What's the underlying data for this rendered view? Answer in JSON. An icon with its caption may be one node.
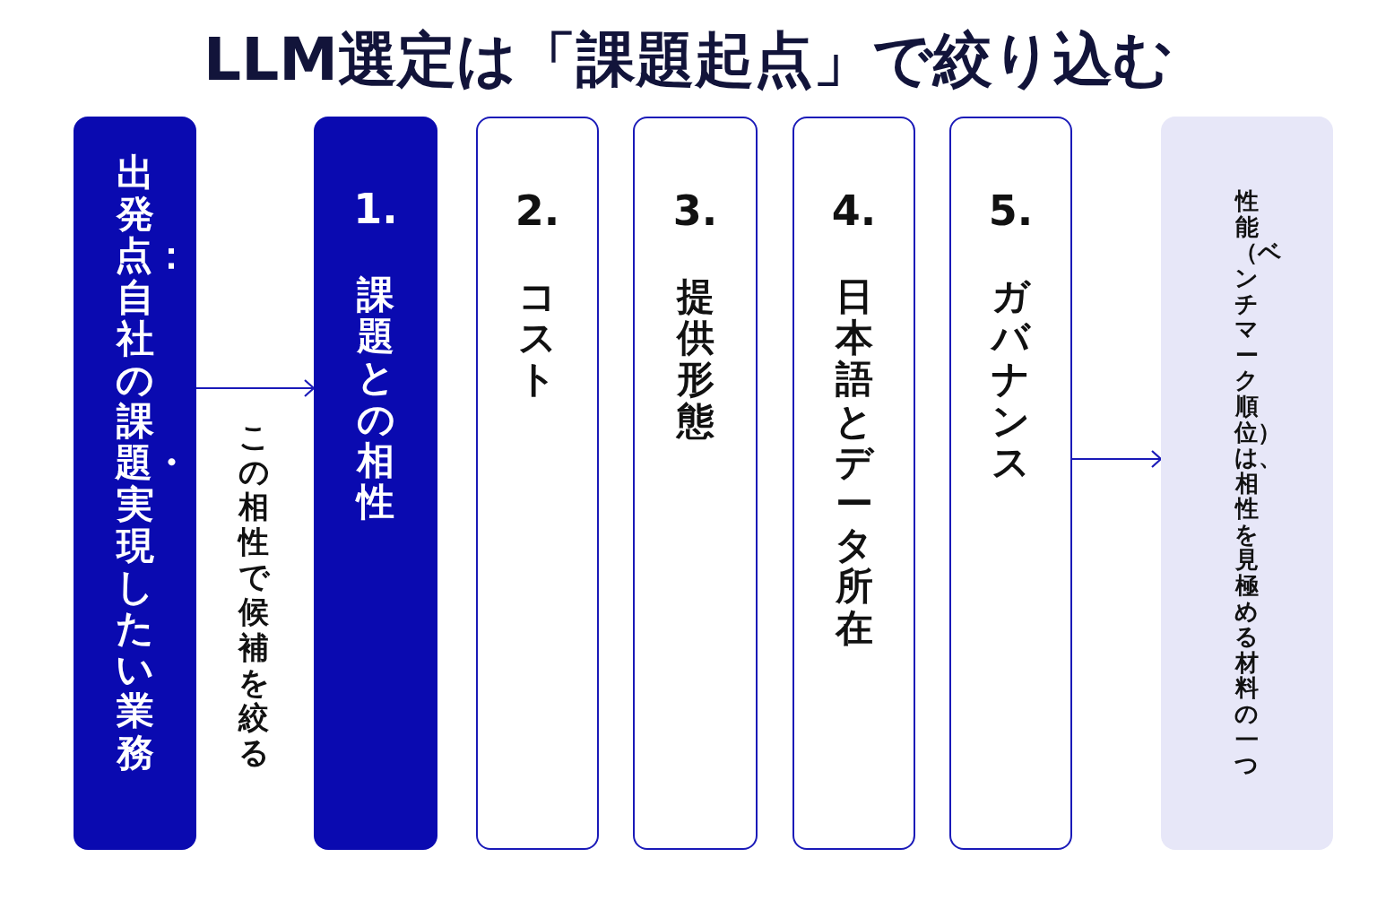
{
  "diagram": {
    "title": "LLM選定は「課題起点」で絞り込む",
    "nodes": [
      {
        "text": [
          "出発点：自社の課題・実現したい業務"
        ]
      },
      {
        "text": [
          "1.",
          "課題との相性"
        ]
      },
      {
        "text": [
          "2.",
          "コスト"
        ]
      },
      {
        "text": [
          "3.",
          "提供形態"
        ]
      },
      {
        "text": [
          "4.",
          "日本語とデータ所在"
        ]
      },
      {
        "text": [
          "5.",
          "ガバナンス"
        ]
      },
      {
        "text": [
          "性能（ベンチマーク順位）は、相性を見極める材料の一つ"
        ]
      }
    ],
    "edges": [
      {
        "from": 0,
        "to": 1,
        "arrow": "to",
        "label": "この相性で候補を絞る"
      },
      {
        "from": 5,
        "to": 6,
        "arrow": "to"
      }
    ]
  }
}
